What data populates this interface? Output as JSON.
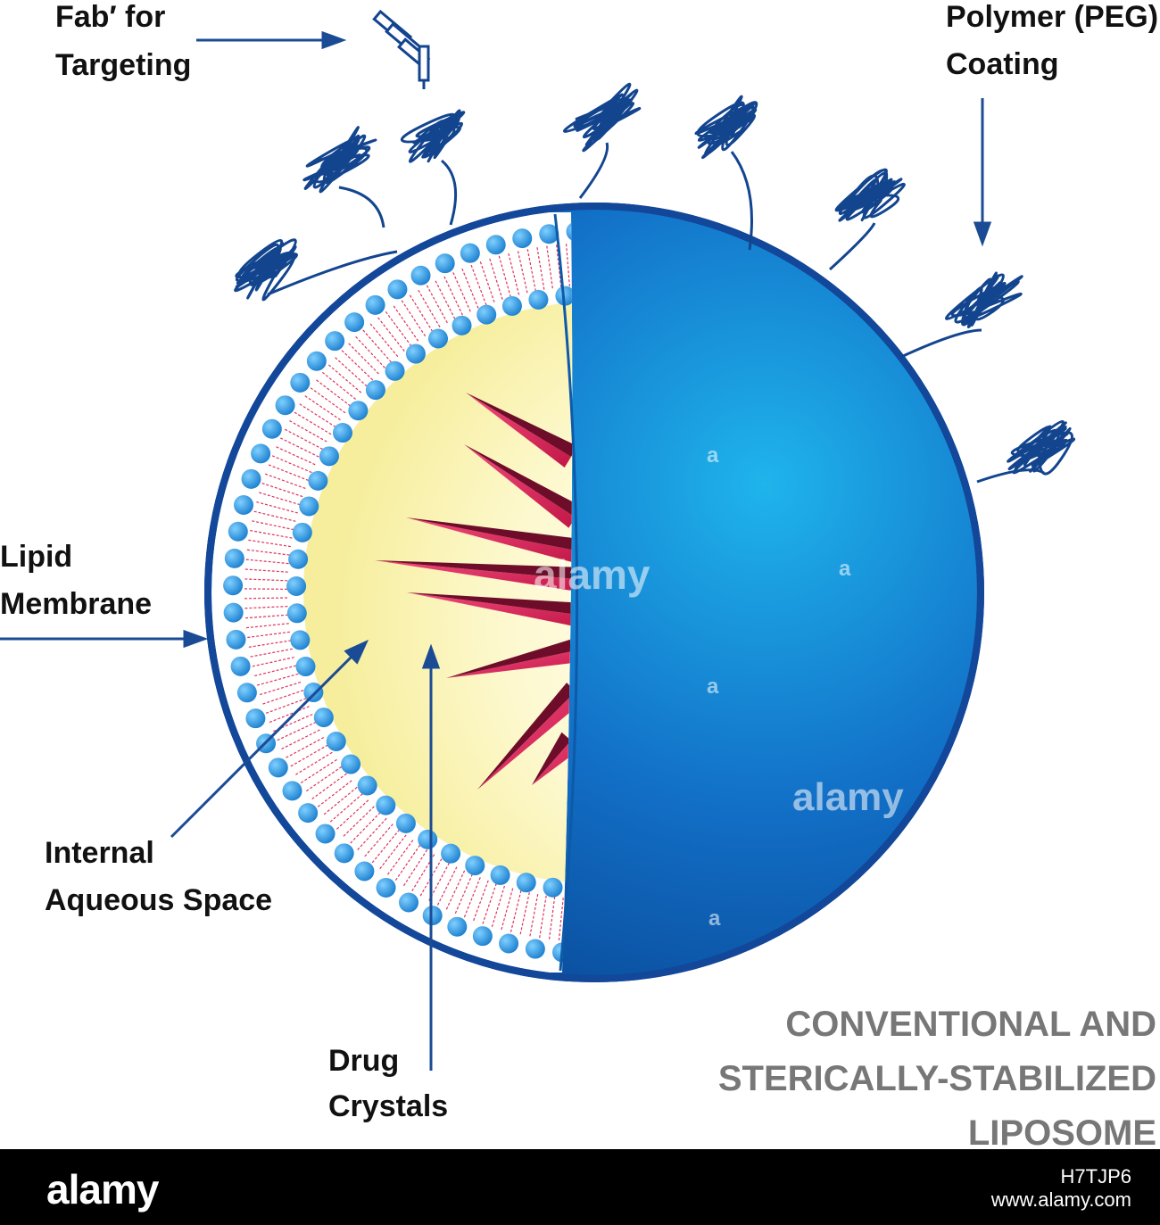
{
  "labels": {
    "fab": [
      "Fab′ for",
      "Targeting"
    ],
    "polymer": [
      "Polymer (PEG)",
      "Coating"
    ],
    "lipid": [
      "Lipid",
      "Membrane"
    ],
    "aqueous": [
      "Internal",
      "Aqueous Space"
    ],
    "drug": [
      "Drug",
      "Crystals"
    ]
  },
  "title": [
    "CONVENTIONAL AND",
    "STERICALLY-STABILIZED",
    "LIPOSOME"
  ],
  "watermark": {
    "brand": "alamy",
    "letter": "a"
  },
  "footer": {
    "logo": "alamy",
    "image_id": "H7TJP6",
    "url": "www.alamy.com"
  },
  "colors": {
    "sphere_light": "#1aa8e6",
    "sphere_dark": "#0a4f9e",
    "outline": "#12479a",
    "bead": "#2b9be0",
    "tail": "#e0325c",
    "aqueous": "#fbf5b8",
    "crystal_top": "#d8285a",
    "crystal_side": "#6e0d2a",
    "text": "#111111",
    "title": "#777777"
  }
}
